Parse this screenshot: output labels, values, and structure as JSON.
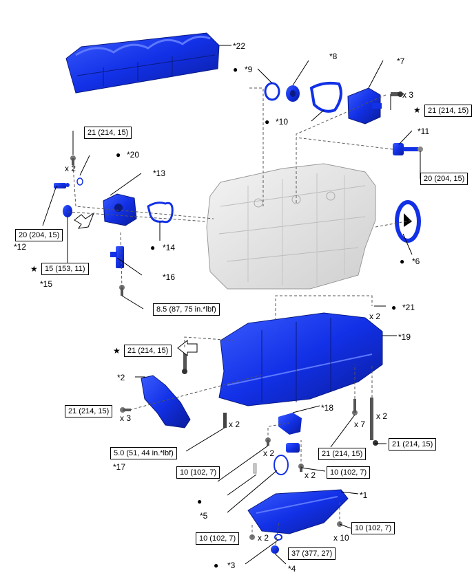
{
  "callouts": {
    "c1": "*1",
    "c2": "*2",
    "c3": "*3",
    "c4": "*4",
    "c5": "*5",
    "c6": "*6",
    "c7": "*7",
    "c8": "*8",
    "c9": "*9",
    "c10": "*10",
    "c11": "*11",
    "c12": "*12",
    "c13": "*13",
    "c14": "*14",
    "c15": "*15",
    "c16": "*16",
    "c17": "*17",
    "c18": "*18",
    "c19": "*19",
    "c20": "*20",
    "c21": "*21",
    "c22": "*22"
  },
  "torques": {
    "t_top_left": "21 (214, 15)",
    "t_right_top": "21 (214, 15)",
    "t_right_11": "20 (204, 15)",
    "t_left_12": "20 (204, 15)",
    "t_left_15": "15 (153, 11)",
    "t_16": "8.5 (87, 75 in.*lbf)",
    "t_19_bolt": "21 (214, 15)",
    "t_2_bolt": "21 (214, 15)",
    "t_17": "5.0 (51, 44 in.*lbf)",
    "t_mid_10a": "10 (102, 7)",
    "t_mid_10b": "10 (102, 7)",
    "t_bottom_21a": "21 (214, 15)",
    "t_bottom_21b": "21 (214, 15)",
    "t_pan_left": "10 (102, 7)",
    "t_pan_right": "10 (102, 7)",
    "t_drain": "37 (377, 27)"
  },
  "quantities": {
    "q_x3_top": "x 3",
    "q_x2_left": "x 2",
    "q_x2_21": "x 2",
    "q_x3_2": "x 3",
    "q_x2_17": "x 2",
    "q_x7": "x 7",
    "q_x2_long": "x 2",
    "q_x2_mid_a": "x 2",
    "q_x2_mid_b": "x 2",
    "q_x2_pan": "x 2",
    "q_x10": "x 10"
  },
  "markers": {
    "bullet": "●",
    "star": "★"
  }
}
